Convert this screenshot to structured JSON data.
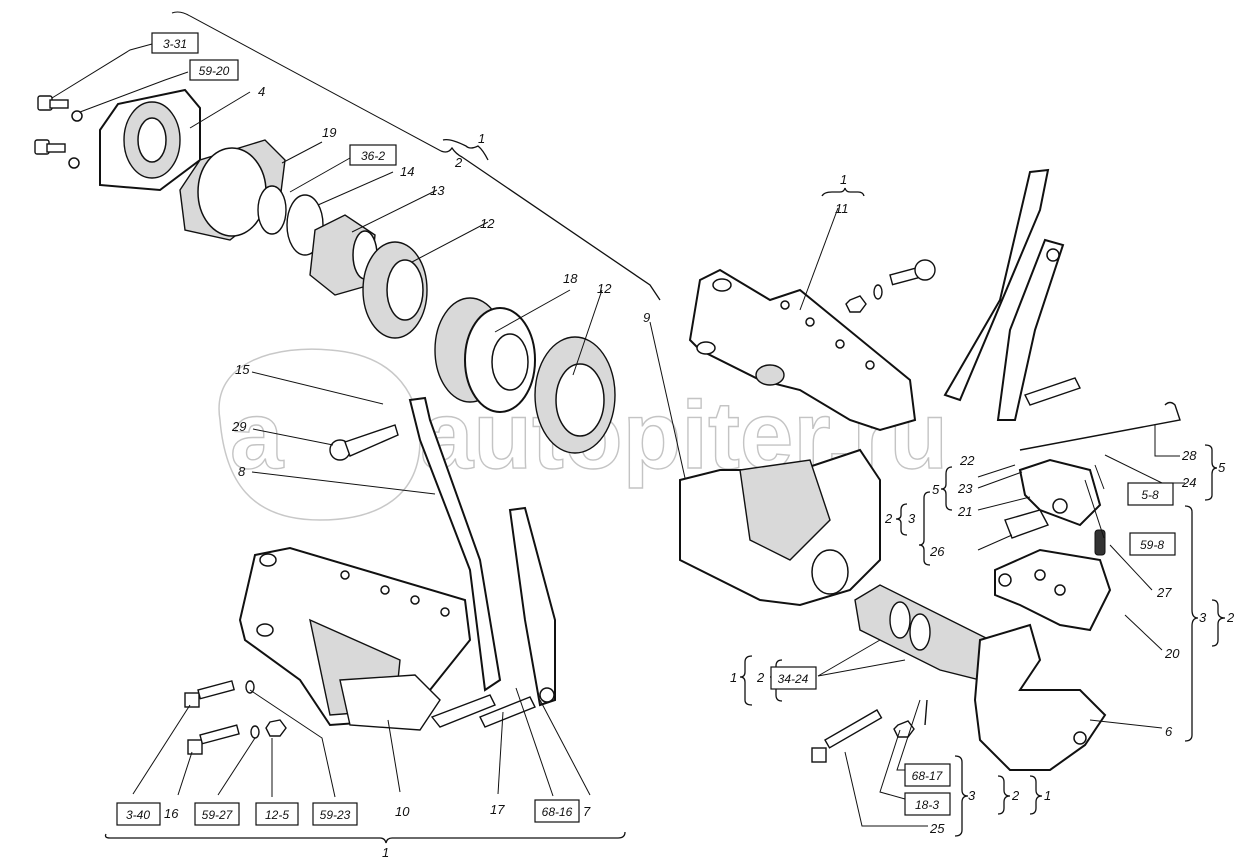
{
  "diagram": {
    "title": "Exploded view: towing hitch assembly (tow hook, bracket, levers)",
    "watermark": "autopiter.ru",
    "watermark_logo": "a-circle-logo",
    "part_callouts": {
      "c4": "4",
      "c19": "19",
      "c14": "14",
      "c13": "13",
      "c12a": "12",
      "c18": "18",
      "c12b": "12",
      "c9": "9",
      "c11": "11",
      "c15": "15",
      "c29": "29",
      "c8": "8",
      "c10": "10",
      "c17": "17",
      "c7": "7",
      "c16": "16",
      "c22": "22",
      "c23": "23",
      "c21": "21",
      "c26": "26",
      "c27": "27",
      "c20": "20",
      "c6": "6",
      "c25": "25",
      "c28": "28",
      "c24": "24"
    },
    "boxed_refs": {
      "b3_31": "3-31",
      "b59_20": "59-20",
      "b36_2": "36-2",
      "b3_40": "3-40",
      "b59_27": "59-27",
      "b12_5": "12-5",
      "b59_23": "59-23",
      "b68_16": "68-16",
      "b5_8": "5-8",
      "b59_8": "59-8",
      "b34_24": "34-24",
      "b68_17": "68-17",
      "b18_3": "18-3"
    },
    "group_labels": {
      "top_1": "1",
      "top_2": "2",
      "mid_1": "1",
      "bottom_1": "1",
      "r_5a": "5",
      "r_5b": "5",
      "r_3a": "3",
      "r_2a": "2",
      "r_3b": "3",
      "r_2b": "2",
      "hook_1": "1",
      "hook_2": "2",
      "bolt_3": "3",
      "bolt_2": "2",
      "bolt_1": "1"
    }
  }
}
